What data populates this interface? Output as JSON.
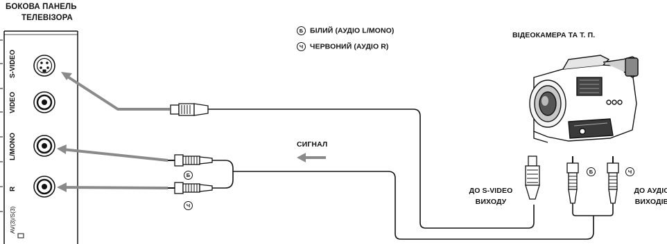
{
  "panel": {
    "title_line1": "БОКОВА ПАНЕЛЬ",
    "title_line2": "ТЕЛЕВІЗОРА",
    "jack_svideo": "S-VIDEO",
    "jack_video": "VIDEO",
    "jack_lmono": "L/MONO",
    "jack_r": "R",
    "jack_av": "AV(3)/S(3)"
  },
  "legend": {
    "white_mark": "Б",
    "white_text": "БІЛИЙ (АУДІО L/MONO)",
    "red_mark": "Ч",
    "red_text": "ЧЕРВОНИЙ (АУДІО R)"
  },
  "camera": {
    "title": "ВІДЕОКАМЕРА ТА Т. П."
  },
  "signal": {
    "label": "СИГНАЛ"
  },
  "plug_marks": {
    "white": "Б",
    "red": "Ч"
  },
  "outputs": {
    "svideo_line1": "ДО S-VIDEO",
    "svideo_line2": "ВИХОДУ",
    "audio_line1": "ДО АУДІО",
    "audio_line2": "ВИХОДІВ"
  },
  "colors": {
    "line": "#111111",
    "arrow": "#8a8a8a"
  }
}
